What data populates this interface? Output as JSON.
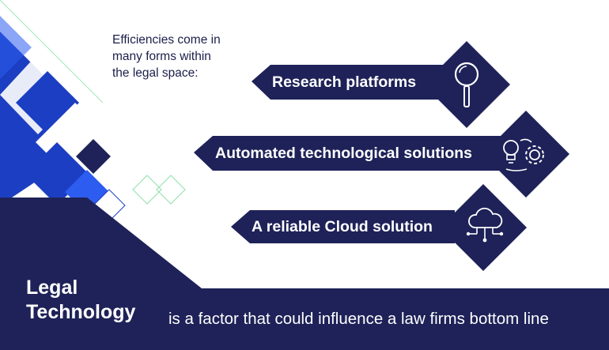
{
  "intro": {
    "line1": "Efficiencies come in",
    "line2": "many forms within",
    "line3": "the legal space:"
  },
  "items": [
    {
      "label": "Research platforms",
      "icon": "magnifier-icon"
    },
    {
      "label": "Automated technological solutions",
      "icon": "lightbulb-gear-icon"
    },
    {
      "label": "A reliable Cloud solution",
      "icon": "cloud-network-icon"
    }
  ],
  "footer": {
    "title_line1": "Legal",
    "title_line2": "Technology",
    "text": "is a factor that could influence a law firms bottom line"
  },
  "colors": {
    "navy": "#1e2258",
    "blue": "#1c3ec2",
    "light_blue": "#2c5cf0",
    "accent_green": "#8fe0a8",
    "text_dark": "#1c1f4a"
  }
}
